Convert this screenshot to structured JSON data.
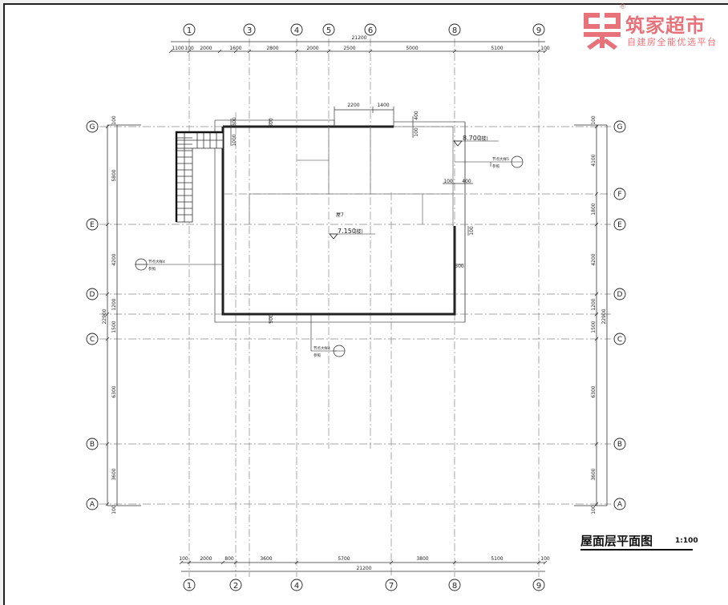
{
  "drawing": {
    "title": "屋面层平面图",
    "scale": "1:100"
  },
  "brand": {
    "name": "筑家超市",
    "slogan": "自建房全能优选平台",
    "registered": "®",
    "color": "#e8727a"
  },
  "grid": {
    "top_axes": [
      "1",
      "3",
      "4",
      "5",
      "6",
      "8",
      "9"
    ],
    "bottom_axes": [
      "1",
      "2",
      "4",
      "7",
      "8",
      "9"
    ],
    "left_axes": [
      "G",
      "E",
      "D",
      "C",
      "B",
      "A"
    ],
    "right_axes": [
      "G",
      "F",
      "E",
      "D",
      "C",
      "B",
      "A"
    ]
  },
  "dimensions": {
    "top_segments": [
      "1100",
      "100",
      "2000",
      "1600",
      "2800",
      "2000",
      "2500",
      "5000",
      "5100",
      "100"
    ],
    "top_total": "21200",
    "bottom_segments": [
      "100",
      "2000",
      "800",
      "3600",
      "5700",
      "3800",
      "5100",
      "100"
    ],
    "bottom_total": "21200",
    "left_segments": [
      "100",
      "5800",
      "4200",
      "1200",
      "1500",
      "6300",
      "3600",
      "100"
    ],
    "left_total": "22900",
    "right_segments": [
      "100",
      "4100",
      "1800",
      "4200",
      "1200",
      "1500",
      "6300",
      "3600",
      "100"
    ],
    "right_total": "22900",
    "inner": [
      "2200",
      "1400",
      "400",
      "100",
      "100",
      "400",
      "300",
      "500",
      "1000",
      "100",
      "500",
      "500"
    ]
  },
  "annotations": {
    "roof_label": "屋7",
    "elevation_main": "7.150",
    "elevation_main_suffix": "(楼)",
    "elevation_upper": "8.700",
    "elevation_upper_suffix": "(楼)",
    "detail_labels": [
      "节点大样5",
      "节点大样4",
      "节点大样4"
    ],
    "detail_note": "参照"
  }
}
